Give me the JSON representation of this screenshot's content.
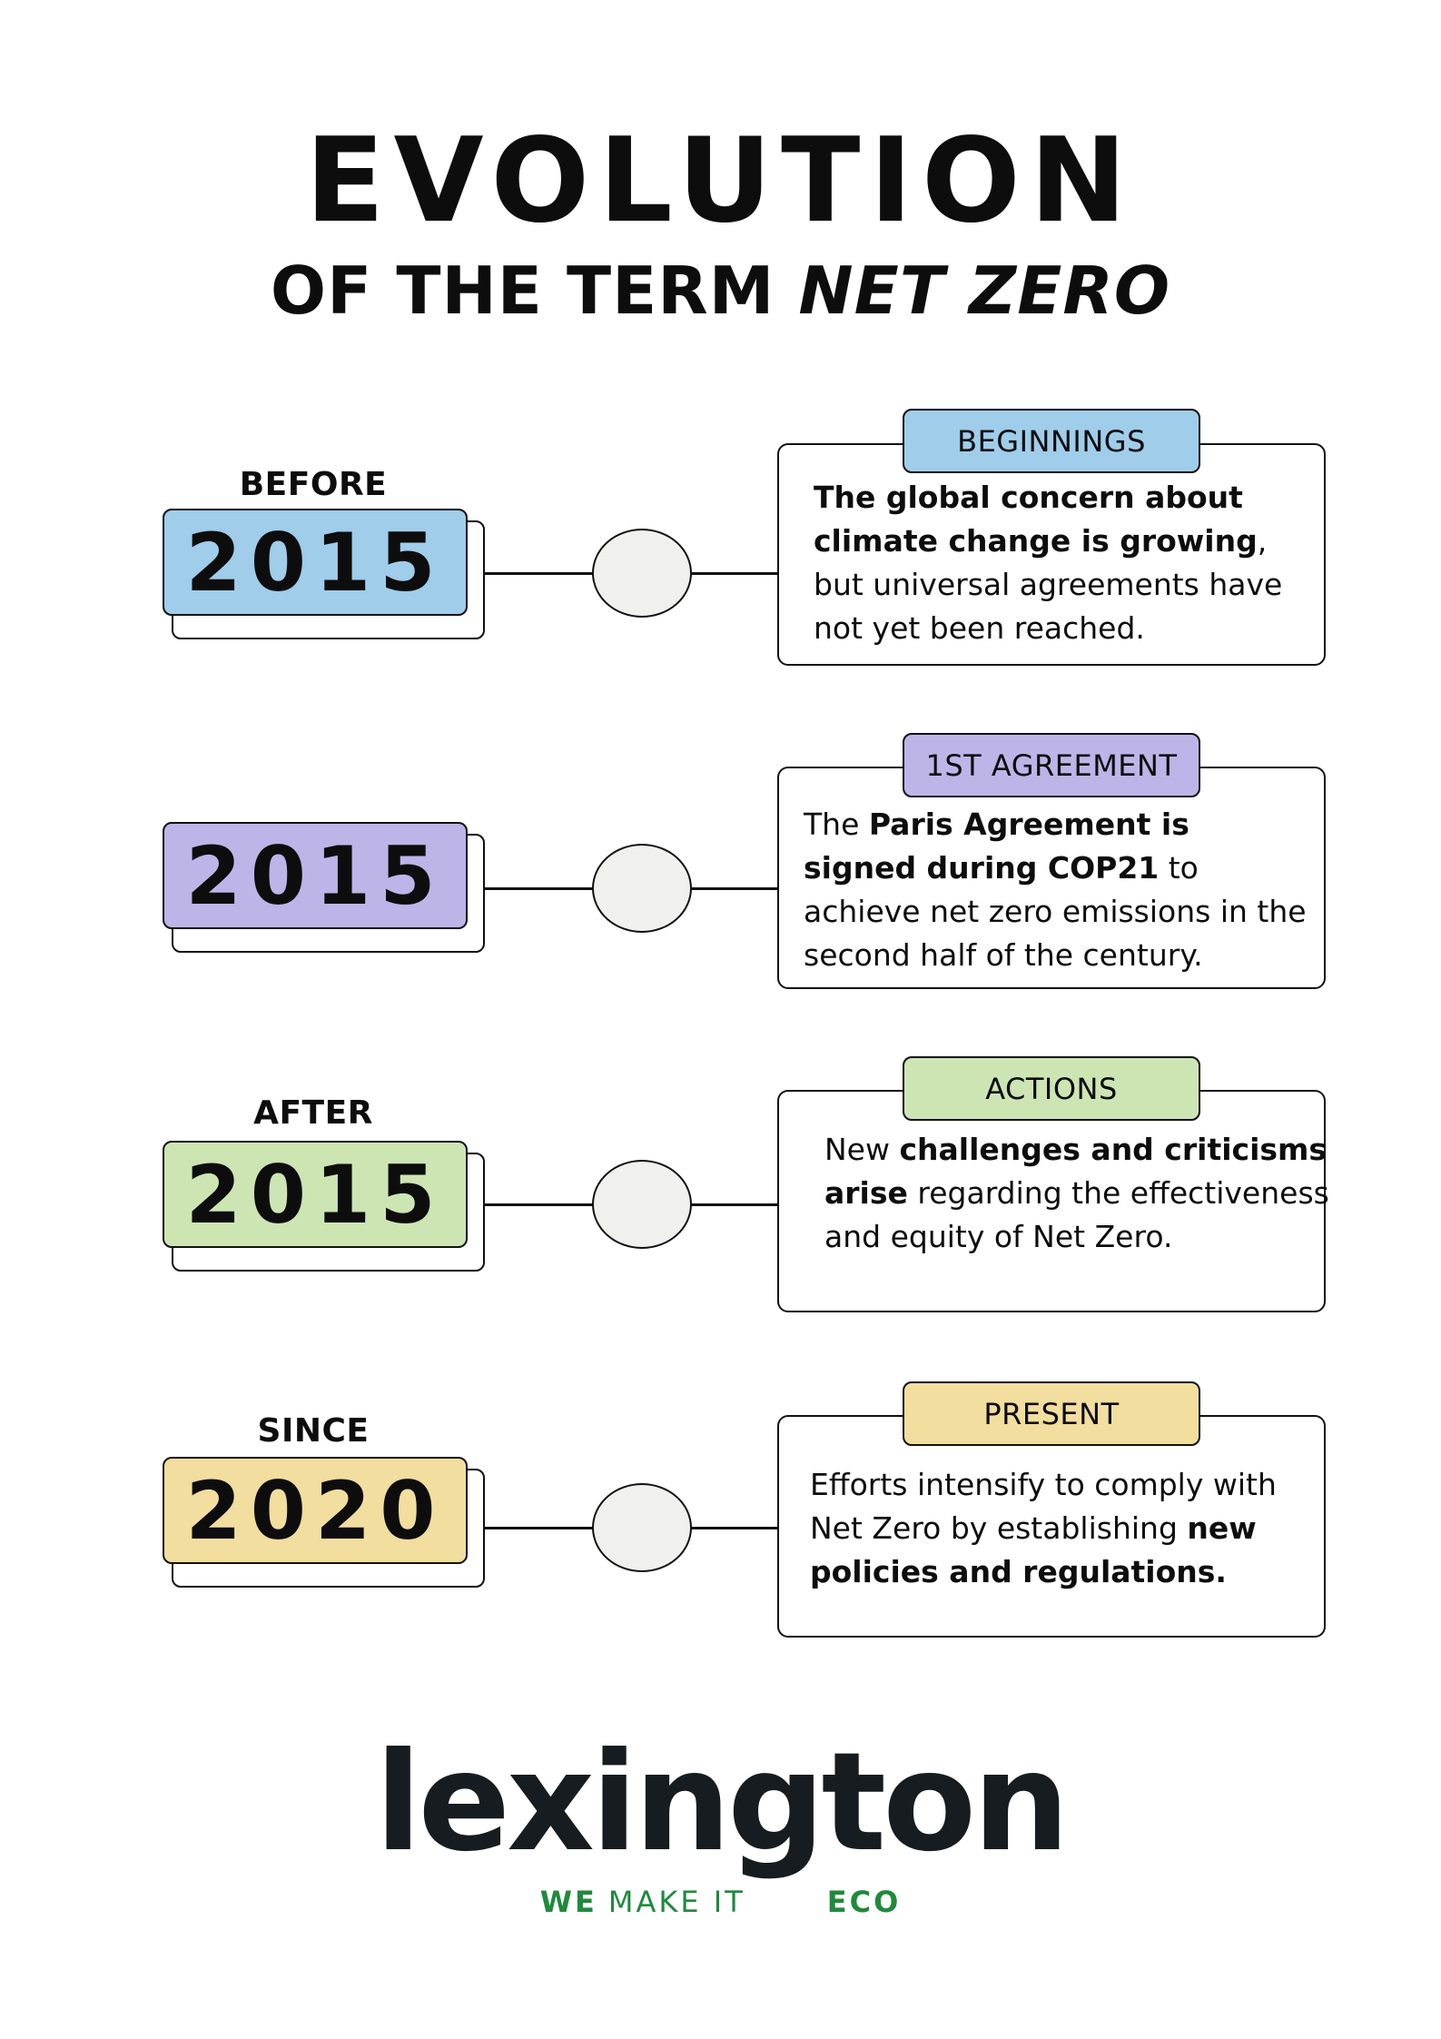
{
  "title": {
    "main": "EVOLUTION",
    "sub_prefix": "OF THE TERM ",
    "sub_emphasis": "NET ZERO"
  },
  "colors": {
    "blue": "#9fcdea",
    "purple": "#bdb5e8",
    "green": "#cde5b3",
    "yellow": "#f2de9e",
    "logo_green": "#1f8a3c"
  },
  "timeline": [
    {
      "label": "BEFORE",
      "year": "2015",
      "tag": "BEGINNINGS",
      "text": [
        {
          "b": "The global concern about climate change is growing"
        },
        {
          "t": ", but universal agreements have not yet been reached."
        }
      ]
    },
    {
      "label": "",
      "year": "2015",
      "tag": "1ST AGREEMENT",
      "text": [
        {
          "t": "The "
        },
        {
          "b": "Paris Agreement is signed during COP21"
        },
        {
          "t": " to achieve net zero emissions in the second half of the century."
        }
      ]
    },
    {
      "label": "AFTER",
      "year": "2015",
      "tag": "ACTIONS",
      "text": [
        {
          "t": "New "
        },
        {
          "b": "challenges and criticisms arise"
        },
        {
          "t": " regarding the effectiveness and equity of Net Zero."
        }
      ]
    },
    {
      "label": "SINCE",
      "year": "2020",
      "tag": "PRESENT",
      "text": [
        {
          "t": "Efforts intensify to comply with Net Zero by establishing "
        },
        {
          "b": "new policies and regulations."
        }
      ]
    }
  ],
  "logo": {
    "word": "lexington",
    "we": "WE",
    "make_it": "MAKE IT",
    "eco": "ECO"
  }
}
